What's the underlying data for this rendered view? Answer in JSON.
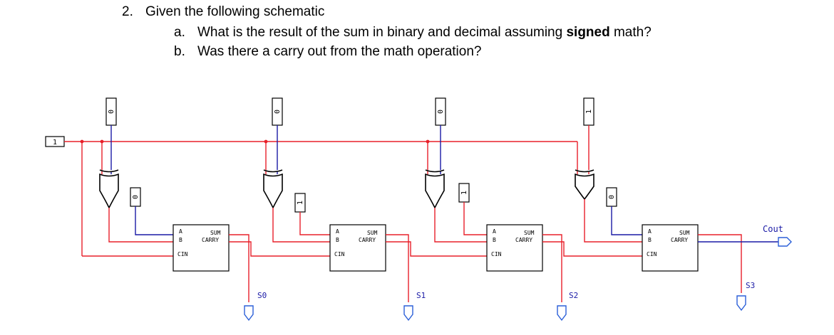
{
  "question": {
    "number": "2.",
    "title": "Given the following schematic",
    "parts": [
      {
        "letter": "a.",
        "text_before": "What is the result of the sum in binary and decimal assuming ",
        "emphasis": "signed",
        "text_after": " math?"
      },
      {
        "letter": "b.",
        "text_before": "Was there a carry out from the math operation?",
        "emphasis": "",
        "text_after": ""
      }
    ]
  },
  "schematic": {
    "control_input": {
      "value": "1"
    },
    "xor_inputs": [
      "0",
      "0",
      "0",
      "1"
    ],
    "a_inputs": [
      "0",
      "1",
      "1",
      "0"
    ],
    "adder_labels": {
      "a": "A",
      "b": "B",
      "sum": "SUM",
      "carry": "CARRY",
      "cin": "CIN"
    },
    "outputs": [
      "S0",
      "S1",
      "S2",
      "S3"
    ],
    "carry_out": "Cout",
    "colors": {
      "wire_high": "#e8202a",
      "wire_low": "#1a1aa6",
      "probe": "#2a5fd8",
      "gate": "#000000"
    }
  }
}
